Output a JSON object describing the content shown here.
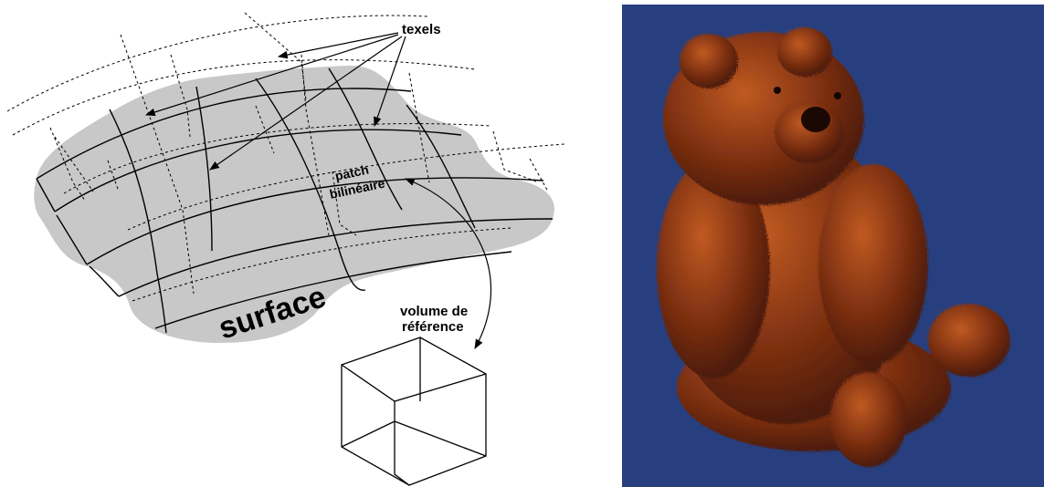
{
  "diagram": {
    "labels": {
      "texels": "texels",
      "patch_line1": "patch",
      "patch_line2": "bilinéaire",
      "surface": "surface",
      "volume_line1": "volume de",
      "volume_line2": "référence"
    },
    "colors": {
      "surface_fill": "#c8c8c8",
      "line": "#000000"
    }
  },
  "render": {
    "colors": {
      "background": "#273f7f",
      "fur_dark": "#3a1408",
      "fur_mid": "#7a2e10",
      "fur_light": "#c05a22"
    }
  }
}
